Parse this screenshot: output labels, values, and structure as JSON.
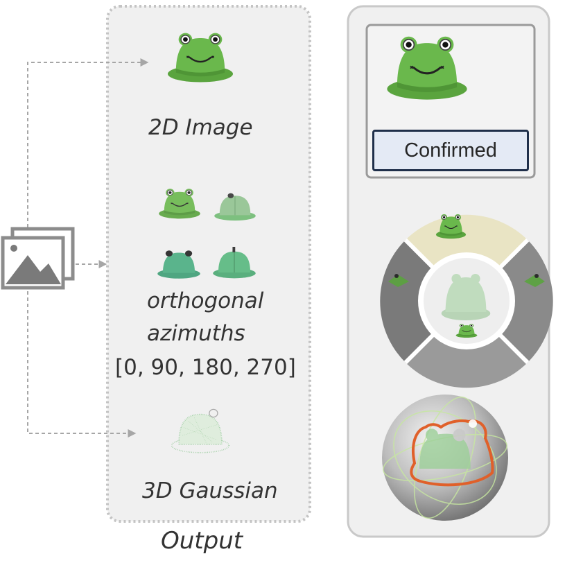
{
  "labels": {
    "image_2d": "2D Image",
    "orthogonal_line1": "orthogonal",
    "orthogonal_line2": "azimuths",
    "orthogonal_line3": "[0, 90, 180, 270]",
    "gaussian_3d": "3D Gaussian",
    "output": "Output",
    "confirmed": "Confirmed"
  },
  "icons": {
    "input": "image-stack-icon",
    "hat": "frog-bucket-hat",
    "arrow": "dashed-arrow"
  },
  "colors": {
    "panel_bg": "#f0f0f0",
    "hat_green": "#6ab84c",
    "arrow_gray": "#a6a6a6",
    "confirm_border": "#1f2f4a",
    "confirm_fill": "#e4eaf5",
    "outline_orange": "#e0602a",
    "selected_sector": "#e9e4c4",
    "sector_gray": "#8a8a8a"
  }
}
